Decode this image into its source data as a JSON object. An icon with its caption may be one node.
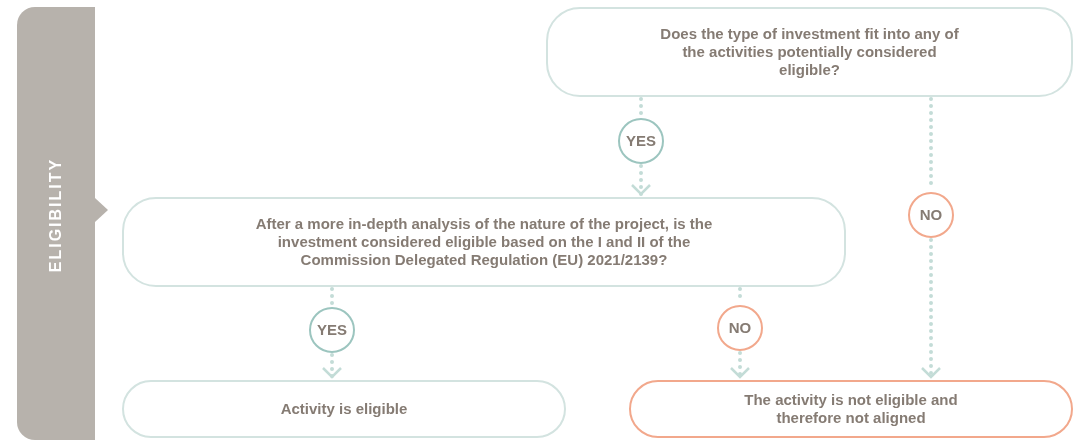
{
  "diagram": {
    "nodes": [
      {
        "text": [
          "ELIGIBILITY"
        ]
      },
      {
        "text": [
          "Does the type of investment fit into any of the activities potentially considered eligible?"
        ]
      },
      {
        "text": [
          "YES"
        ]
      },
      {
        "text": [
          "After a more in-depth analysis of the nature of the project, is the investment considered eligible based on the I and II of the Commission Delegated Regulation (EU) 2021/2139?"
        ]
      },
      {
        "text": [
          "NO"
        ]
      },
      {
        "text": [
          "YES"
        ]
      },
      {
        "text": [
          "NO"
        ]
      },
      {
        "text": [
          "Activity is eligible"
        ]
      },
      {
        "text": [
          "The activity is not eligible and therefore not aligned"
        ]
      }
    ],
    "edges": [
      {
        "from": 1,
        "to": 2,
        "arrow": "none"
      },
      {
        "from": 2,
        "to": 3,
        "arrow": "to"
      },
      {
        "from": 1,
        "to": 4,
        "arrow": "none"
      },
      {
        "from": 4,
        "to": 8,
        "arrow": "to"
      },
      {
        "from": 3,
        "to": 5,
        "arrow": "none"
      },
      {
        "from": 5,
        "to": 7,
        "arrow": "to"
      },
      {
        "from": 3,
        "to": 6,
        "arrow": "none"
      },
      {
        "from": 6,
        "to": 8,
        "arrow": "to"
      }
    ]
  }
}
